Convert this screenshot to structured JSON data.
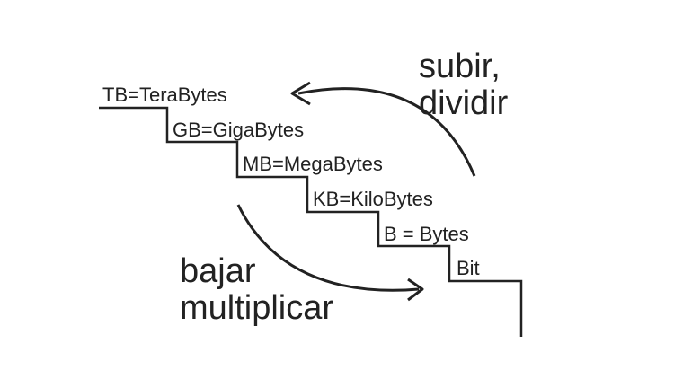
{
  "steps": [
    {
      "label": "TB=TeraBytes"
    },
    {
      "label": "GB=GigaBytes"
    },
    {
      "label": "MB=MegaBytes"
    },
    {
      "label": "KB=KiloBytes"
    },
    {
      "label": "B = Bytes"
    },
    {
      "label": "Bit"
    }
  ],
  "up_caption": {
    "line1": "subir,",
    "line2": "dividir"
  },
  "down_caption": {
    "line1": "bajar",
    "line2": "multiplicar"
  },
  "colors": {
    "ink": "#222222",
    "background": "#ffffff"
  },
  "icons": {
    "up_arrow": "curved-arrow-up-left-icon",
    "down_arrow": "curved-arrow-down-right-icon"
  }
}
